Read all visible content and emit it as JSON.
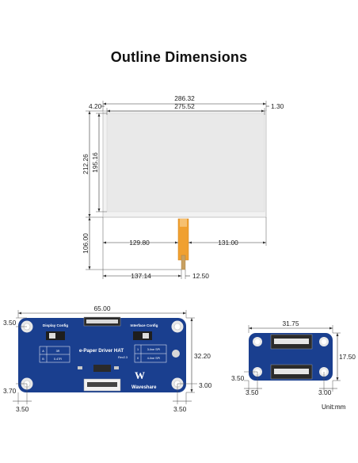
{
  "title": "Outline Dimensions",
  "unit_label": "Unit:mm",
  "display": {
    "overall_width": "286.32",
    "active_width": "275.52",
    "left_margin": "4.20",
    "right_margin": "1.30",
    "overall_height": "212.26",
    "active_height": "195.16",
    "fpc_length": "106.00",
    "fpc_left": "129.80",
    "fpc_right": "131.00",
    "fpc_offset": "137.14",
    "fpc_width": "12.50"
  },
  "hat_board": {
    "width": "65.00",
    "height": "32.20",
    "hole_top_offset": "3.50",
    "hole_bottom_offset": "3.70",
    "hole_right_offset": "3.00",
    "hole_left_x": "3.50",
    "hole_right_x": "3.50",
    "display_config_label": "Display Config",
    "interface_config_label": "Interface Config",
    "board_title": "e-Paper Driver HAT",
    "revision": "Rev2.3",
    "table_left": [
      [
        "A",
        "3R"
      ],
      [
        "B",
        "0.47R"
      ]
    ],
    "table_right": [
      [
        "1",
        "3-line SPI"
      ],
      [
        "0",
        "4-line SPI"
      ]
    ],
    "brand": "Waveshare"
  },
  "adapter_board": {
    "width": "31.75",
    "height": "17.50",
    "hole_left_y": "3.50",
    "hole_left_x": "3.50",
    "hole_right_x": "3.00"
  },
  "colors": {
    "pcb_blue": "#1a3f8f",
    "fpc_orange": "#f0a030",
    "screen_gray": "#e9e9e9"
  }
}
